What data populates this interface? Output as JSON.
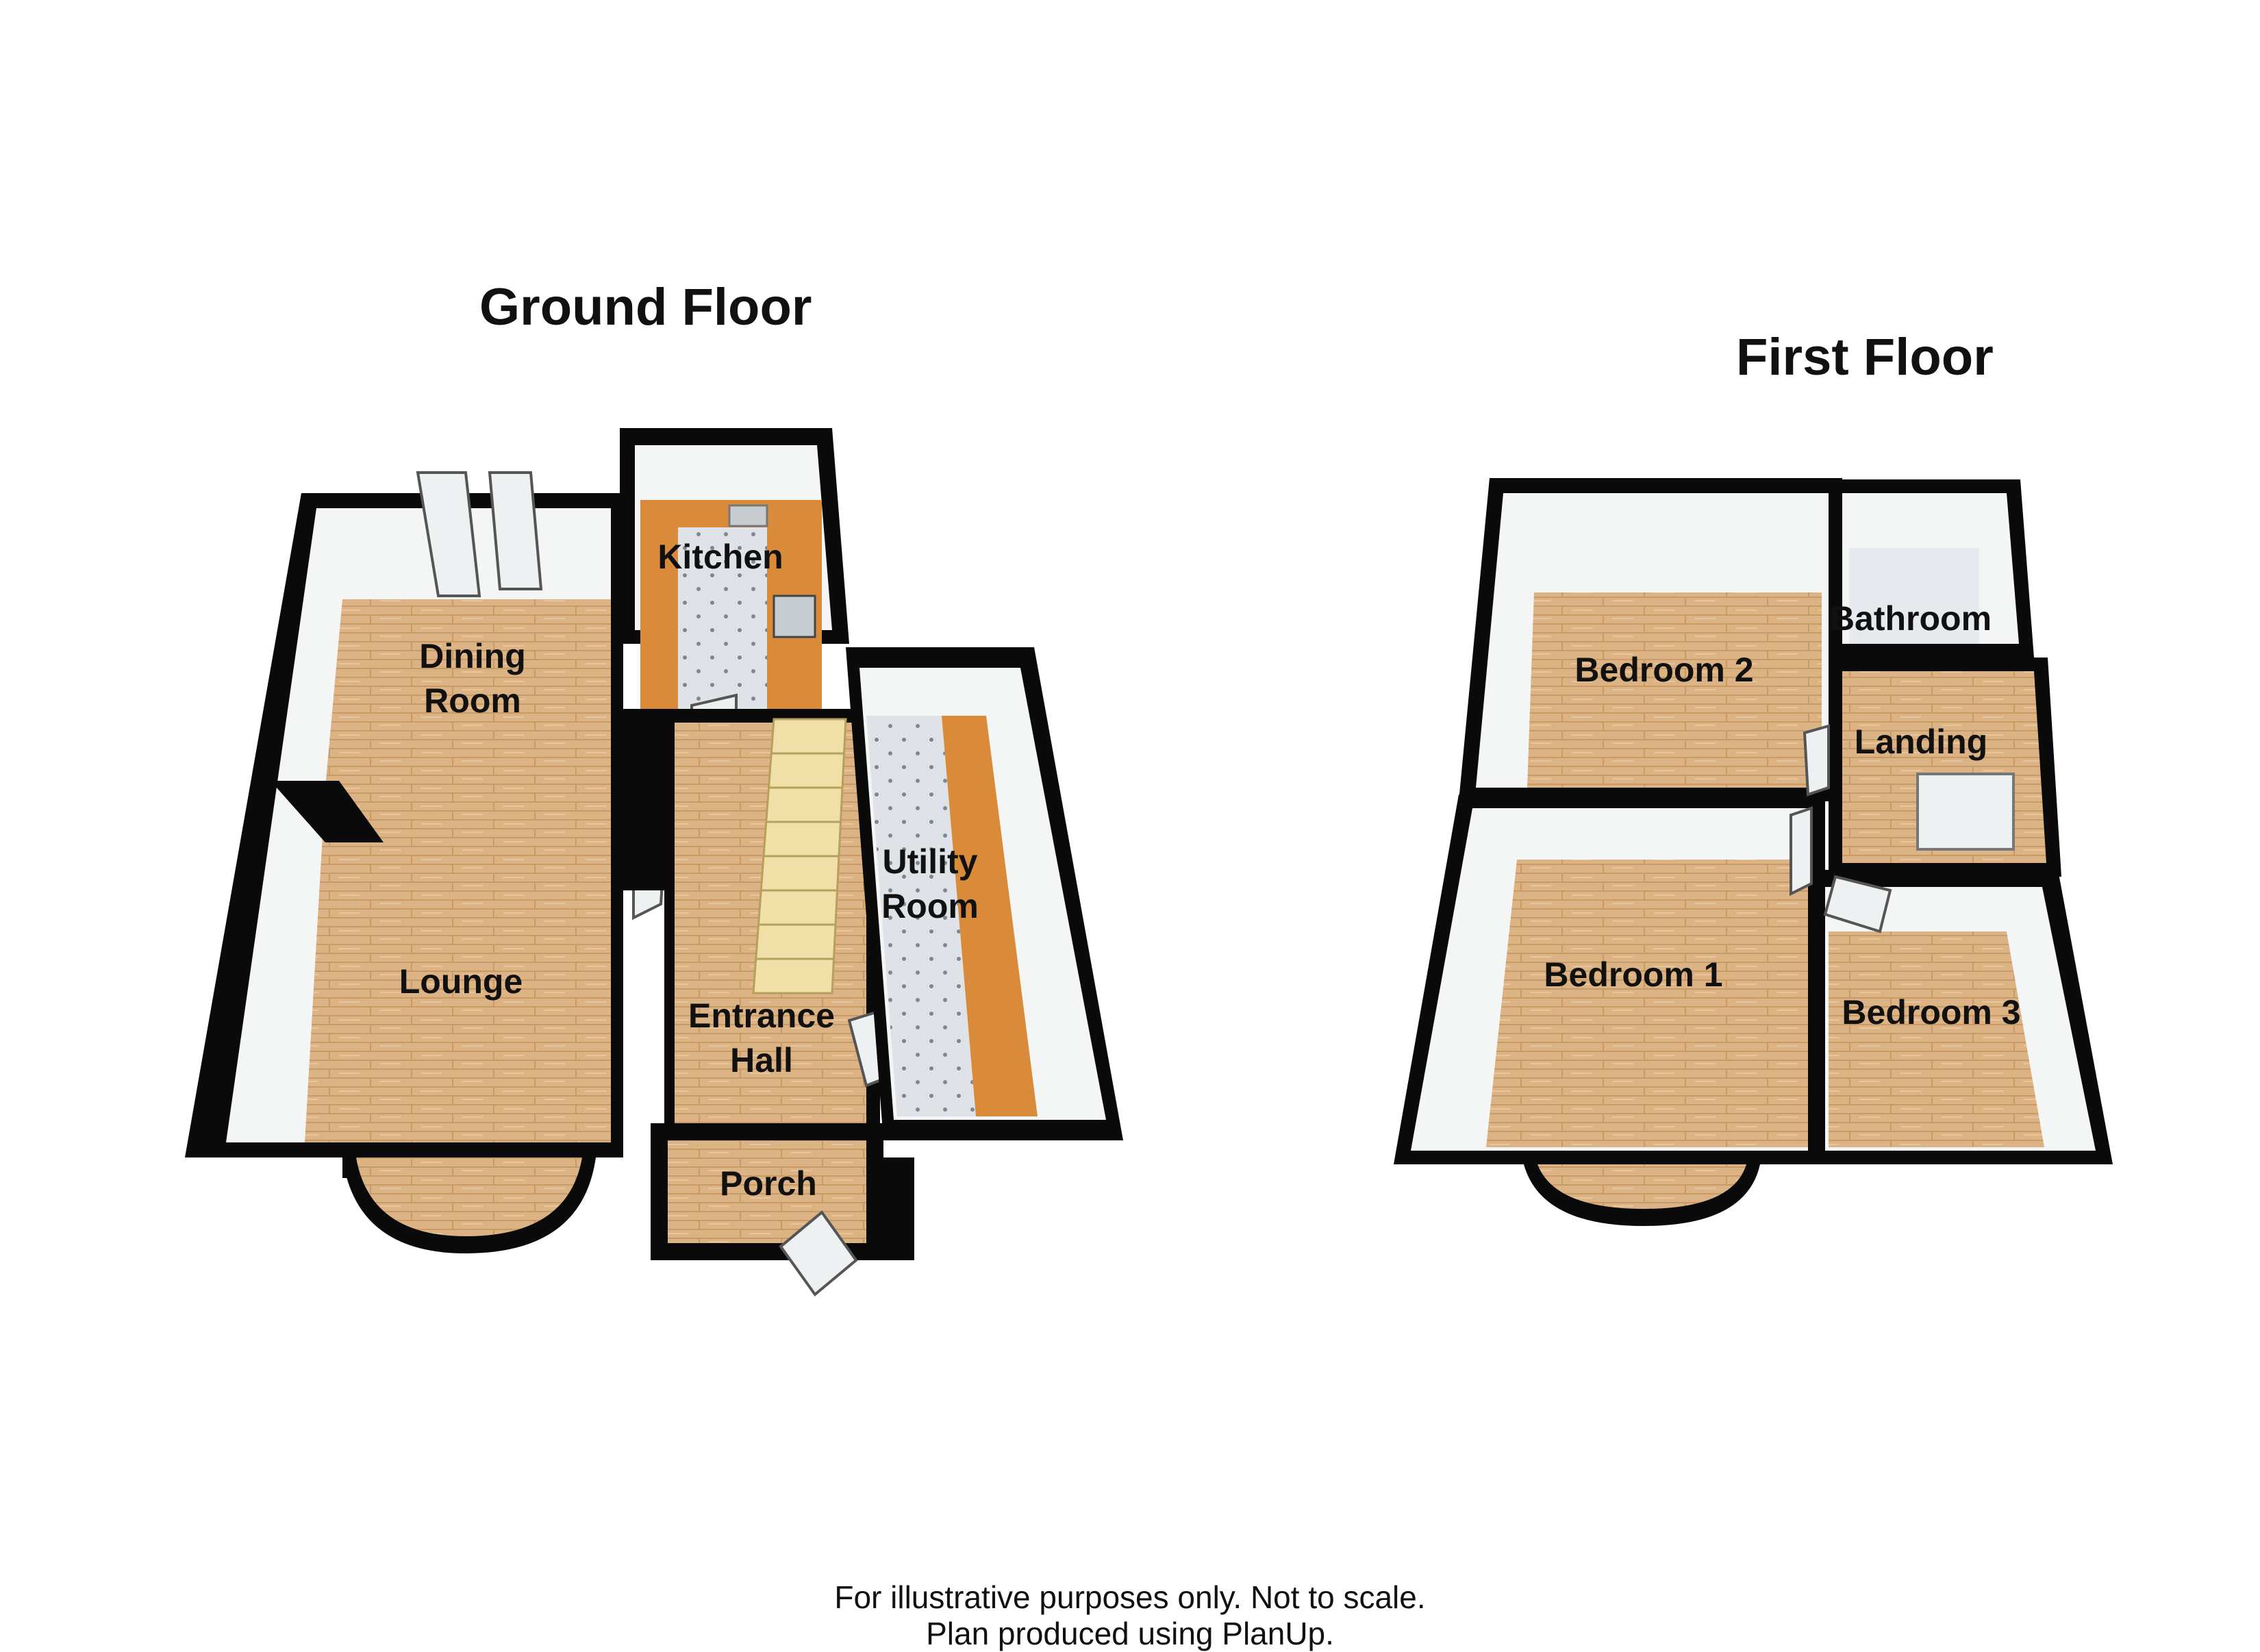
{
  "ground_floor": {
    "title": "Ground Floor",
    "rooms": {
      "dining_room": [
        "Dining",
        "Room"
      ],
      "lounge": "Lounge",
      "kitchen": "Kitchen",
      "utility_room": [
        "Utility",
        "Room"
      ],
      "entrance_hall": [
        "Entrance",
        "Hall"
      ],
      "porch": "Porch"
    }
  },
  "first_floor": {
    "title": "First Floor",
    "rooms": {
      "bedroom_2": "Bedroom 2",
      "bathroom": "Bathroom",
      "landing": "Landing",
      "bedroom_1": "Bedroom 1",
      "bedroom_3": "Bedroom 3"
    }
  },
  "footer": {
    "line1": "For illustrative purposes only. Not to scale.",
    "line2": "Plan produced using PlanUp."
  },
  "colors": {
    "wood_floor": "#d9b07c",
    "wood_dark": "#c9965f",
    "tile_floor": "#d8dde2",
    "wall": "#0a0a0a",
    "wall_inner": "#f6f8f8",
    "counter": "#d98b3a"
  }
}
